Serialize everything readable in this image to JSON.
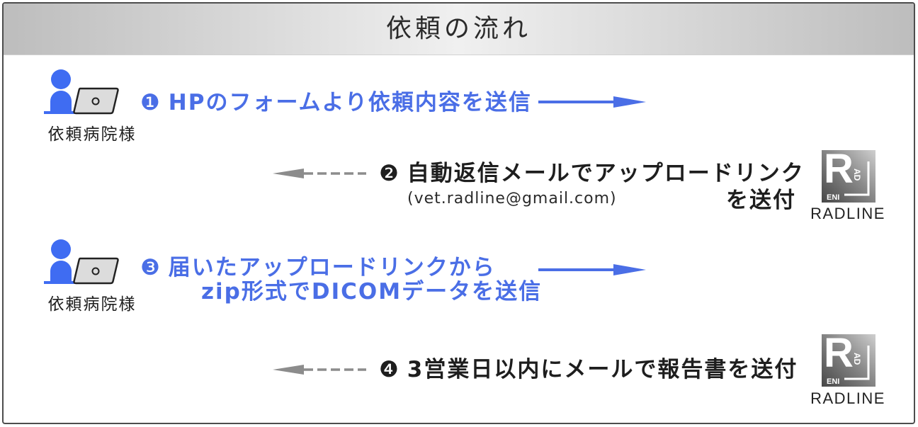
{
  "header": {
    "title": "依頼の流れ"
  },
  "colors": {
    "step_blue": "#4a6ee6",
    "icon_blue": "#3f6cf2",
    "text_dark": "#1e1e1e",
    "arrow_gray": "#8c8c8c",
    "header_edge": "#bdbdbd",
    "header_center": "#f0f0f0"
  },
  "steps": [
    {
      "badge": "❶",
      "text": "HPのフォームより依頼内容を送信",
      "actor_label": "依頼病院様",
      "actor_icon": "person-with-laptop-icon",
      "arrow_icon": "arrow-right-icon"
    },
    {
      "badge": "❷",
      "text": "自動返信メールでアップロードリンク",
      "text_cont": "を送付",
      "email": "(vet.radline@gmail.com)",
      "arrow_icon": "dashed-arrow-left-icon",
      "logo_label": "RADLINE"
    },
    {
      "badge": "❸",
      "text": "届いたアップロードリンクから",
      "text_cont": "zip形式でDICOMデータを送信",
      "actor_label": "依頼病院様",
      "actor_icon": "person-with-laptop-icon",
      "arrow_icon": "arrow-right-icon"
    },
    {
      "badge": "❹",
      "text": "3営業日以内にメールで報告書を送付",
      "arrow_icon": "dashed-arrow-left-icon",
      "logo_label": "RADLINE"
    }
  ],
  "logo": {
    "letter": "R",
    "side_letters": "AD",
    "bottom_letters": "ENI"
  }
}
